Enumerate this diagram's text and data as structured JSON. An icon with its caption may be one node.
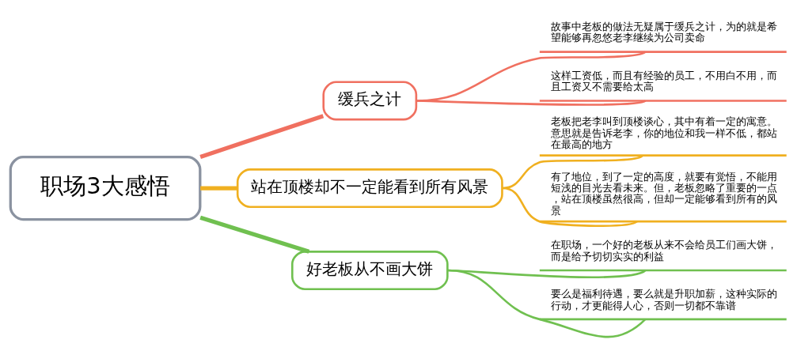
{
  "diagram": {
    "nodes": [
      {
        "text": [
          "职场3大感悟"
        ]
      },
      {
        "text": [
          "缓兵之计"
        ]
      },
      {
        "text": [
          "故事中老板的做法无疑属于缓兵之计，为的就是希望能够再忽悠老李继续为公司卖命"
        ]
      },
      {
        "text": [
          "这样工资低，而且有经验的员工，不用白不用，而且工资又不需要给太高"
        ]
      },
      {
        "text": [
          "站在顶楼却不一定能看到所有风景"
        ]
      },
      {
        "text": [
          "老板把老李叫到顶楼谈心，其中有着一定的寓意。意思就是告诉老李，你的地位和我一样不低，都站在最高的地方"
        ]
      },
      {
        "text": [
          "有了地位，到了一定的高度，就要有觉悟，不能用短浅的目光去看未来。但，老板忽略了重要的一点，站在顶楼虽然很高，但却一定能够看到所有的风景"
        ]
      },
      {
        "text": [
          "好老板从不画大饼"
        ]
      },
      {
        "text": [
          "在职场，一个好的老板从来不会给员工们画大饼，而是给予切切实实的利益"
        ]
      },
      {
        "text": [
          "要么是福利待遇，要么就是升职加薪，这种实际的行动，才更能得人心，否则一切都不靠谱"
        ]
      }
    ],
    "edges": [
      {
        "from": 0,
        "to": 1,
        "arrow": "none",
        "style": "thick",
        "color": "#f07060"
      },
      {
        "from": 1,
        "to": 2,
        "arrow": "none",
        "color": "#f07060"
      },
      {
        "from": 1,
        "to": 3,
        "arrow": "none",
        "color": "#f07060"
      },
      {
        "from": 0,
        "to": 4,
        "arrow": "none",
        "style": "thick",
        "color": "#f0b020"
      },
      {
        "from": 4,
        "to": 5,
        "arrow": "none",
        "color": "#f0b020"
      },
      {
        "from": 4,
        "to": 6,
        "arrow": "none",
        "color": "#f0b020"
      },
      {
        "from": 0,
        "to": 7,
        "arrow": "none",
        "style": "thick",
        "color": "#70c050"
      },
      {
        "from": 7,
        "to": 8,
        "arrow": "none",
        "color": "#70c050"
      },
      {
        "from": 7,
        "to": 9,
        "arrow": "none",
        "color": "#70c050"
      }
    ]
  }
}
